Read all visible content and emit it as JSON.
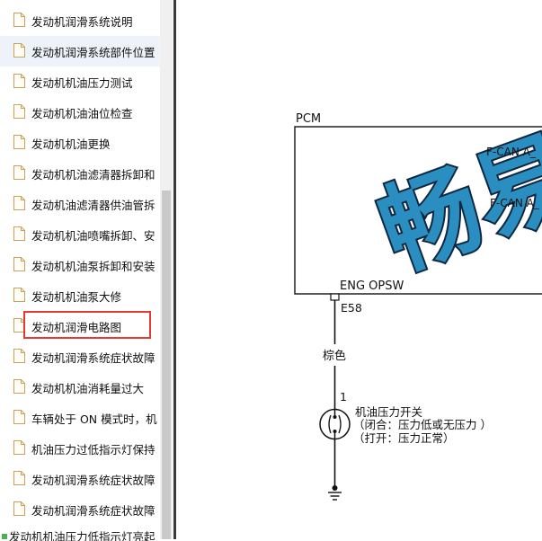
{
  "sidebar": {
    "items": [
      {
        "label": "发动机润滑系统说明"
      },
      {
        "label": "发动机润滑系统部件位置"
      },
      {
        "label": "发动机机油压力测试"
      },
      {
        "label": "发动机机油油位检查"
      },
      {
        "label": "发动机机油更换"
      },
      {
        "label": "发动机机油滤清器拆卸和"
      },
      {
        "label": "发动机油滤清器供油管拆"
      },
      {
        "label": "发动机机油喷嘴拆卸、安"
      },
      {
        "label": "发动机机油泵拆卸和安装"
      },
      {
        "label": "发动机机油泵大修"
      },
      {
        "label": "发动机润滑电路图"
      },
      {
        "label": "发动机润滑系统症状故障"
      },
      {
        "label": "发动机机油消耗量过大"
      },
      {
        "label": "车辆处于 ON 模式时，机"
      },
      {
        "label": "机油压力过低指示灯保持"
      },
      {
        "label": "发动机润滑系统症状故障"
      },
      {
        "label": "发动机润滑系统症状故障"
      }
    ],
    "bottom_item": "发动机机油压力低指示灯亮起"
  },
  "diagram": {
    "module_label": "PCM",
    "can_a_top": "F-CAN A_",
    "can_a_bottom": "F-CAN A_",
    "pin_label": "ENG OPSW",
    "connector": "E58",
    "wire_color": "棕色",
    "terminal": "1",
    "switch_title": "机油压力开关",
    "switch_closed": "（闭合：压力低或无压力 ）",
    "switch_open": "（打开：压力正常）",
    "watermark": "畅易"
  }
}
